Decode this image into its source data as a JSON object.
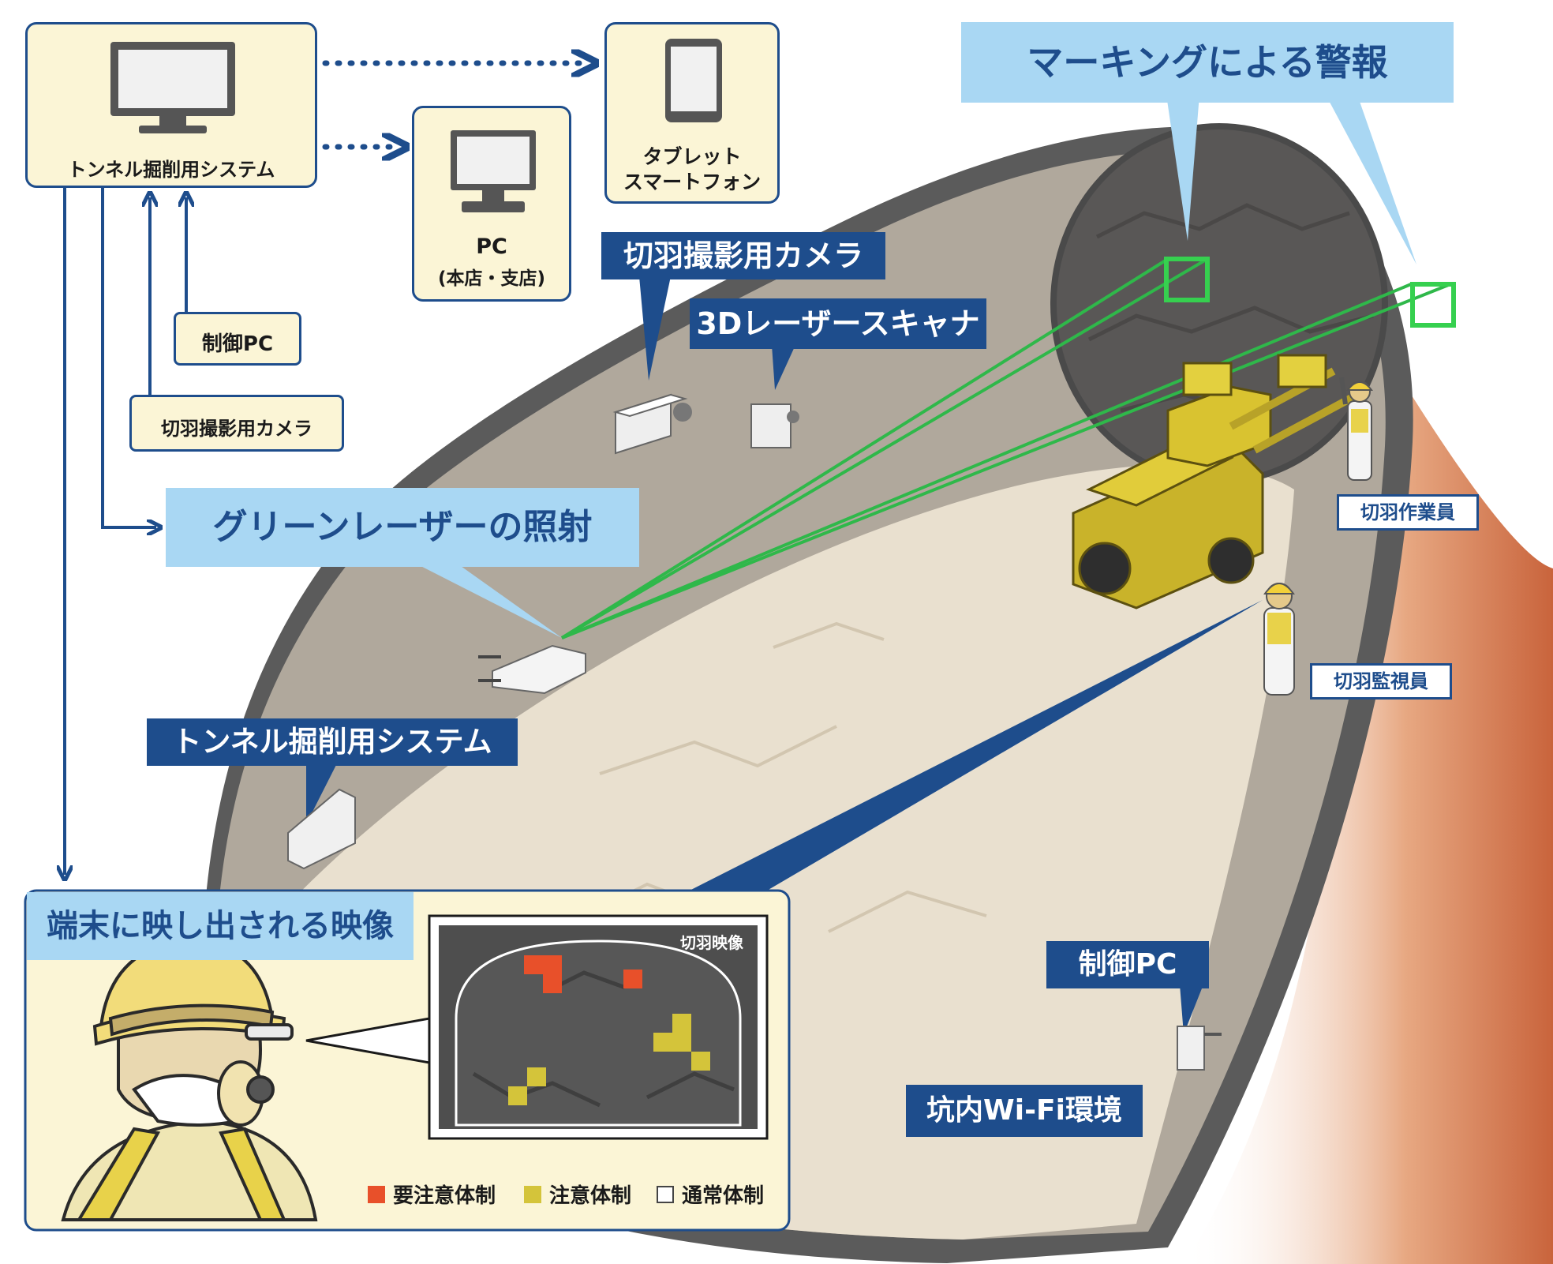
{
  "system_box": {
    "label": "トンネル掘削用システム"
  },
  "tablet_box": {
    "line1": "タブレット",
    "line2": "スマートフォン"
  },
  "pc_box": {
    "line1": "PC",
    "line2": "(本店・支店)"
  },
  "input_boxes": {
    "control_pc": "制御PC",
    "face_camera": "切羽撮影用カメラ"
  },
  "labels": {
    "marking_alert": "マーキングによる警報",
    "face_camera": "切羽撮影用カメラ",
    "laser_scanner": "3Dレーザースキャナ",
    "green_laser": "グリーンレーザーの照射",
    "tunnel_system": "トンネル掘削用システム",
    "face_worker": "切羽作業員",
    "face_monitor": "切羽監視員",
    "control_pc": "制御PC",
    "wifi": "坑内Wi-Fi環境"
  },
  "display_panel": {
    "title": "端末に映し出される映像",
    "screen_title": "切羽映像",
    "legend": [
      {
        "label": "要注意体制",
        "color": "#e8502a"
      },
      {
        "label": "注意体制",
        "color": "#d4c43a"
      },
      {
        "label": "通常体制",
        "color": "#ffffff"
      }
    ]
  },
  "colors": {
    "navy": "#1e4d8c",
    "light_blue": "#a9d7f3",
    "box_fill": "#fbf5d6",
    "laser_green": "#2fb84a"
  }
}
